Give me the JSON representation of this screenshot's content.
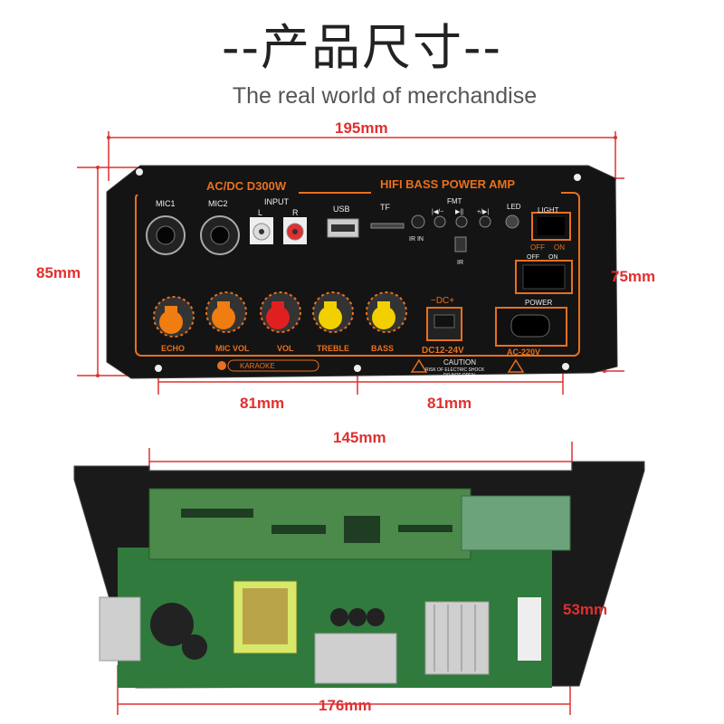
{
  "header": {
    "title": "--产品尺寸--",
    "subtitle": "The real world of merchandise"
  },
  "dimensions": {
    "width_top": "195mm",
    "height_left": "85mm",
    "height_right": "75mm",
    "half_left": "81mm",
    "half_right": "81mm",
    "board_width": "145mm",
    "board_height": "53mm",
    "bottom_width": "176mm"
  },
  "panel": {
    "model": "AC/DC D300W",
    "brand": "HIFI BASS POWER AMP",
    "mic1": "MIC1",
    "mic2": "MIC2",
    "input": "INPUT",
    "input_l": "L",
    "input_r": "R",
    "usb": "USB",
    "tf": "TF",
    "ir_in": "IR IN",
    "fmt": "FMT",
    "btn_prev": "|◀/−",
    "btn_play": "▶||",
    "btn_next": "+/▶|",
    "ir": "IR",
    "led": "LED",
    "light": "LIGHT",
    "off": "OFF",
    "on": "ON",
    "off2": "OFF",
    "on2": "ON",
    "power": "POWER",
    "dc_pol": "−DC+",
    "dc_label": "DC12-24V",
    "ac_label": "AC-220V",
    "knobs": [
      "ECHO",
      "MIC VOL",
      "VOL",
      "TREBLE",
      "BASS"
    ],
    "karaoke": "KARAOKE",
    "caution": "CAUTION",
    "caution_line1": "RISK OF ELECTRIC SHOCK",
    "caution_line2": "DO NOT OPEN"
  },
  "colors": {
    "accent": "#e8701e",
    "dimension_red": "#e03030",
    "panel_black": "#111111",
    "knob_orange": "#f07d10",
    "knob_red": "#e02020",
    "knob_yellow": "#f2d000",
    "pcb_green": "#2f7a3c"
  }
}
